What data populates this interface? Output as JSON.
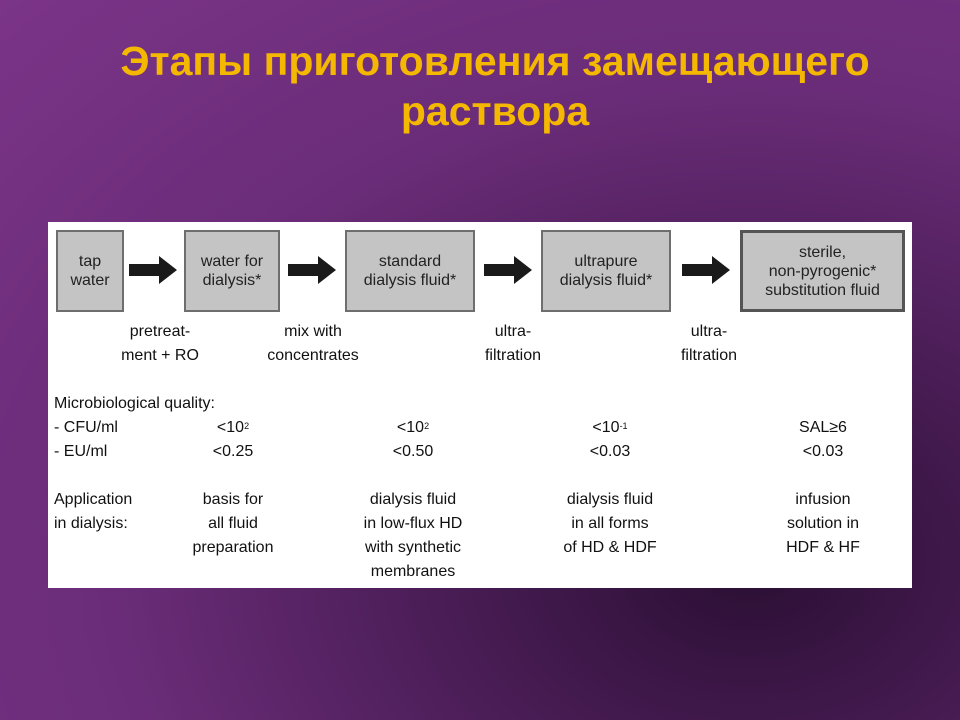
{
  "title": {
    "line1": "Этапы приготовления замещающего",
    "line2": "раствора"
  },
  "stages": [
    {
      "line1": "tap",
      "line2": "water"
    },
    {
      "line1": "water for",
      "line2": "dialysis*"
    },
    {
      "line1": "standard",
      "line2": "dialysis fluid*"
    },
    {
      "line1": "ultrapure",
      "line2": "dialysis fluid*"
    },
    {
      "line1": "sterile,",
      "line2": "non-pyrogenic*",
      "line3": "substitution fluid"
    }
  ],
  "steps": [
    {
      "line1": "pretreat-",
      "line2": "ment + RO"
    },
    {
      "line1": "mix with",
      "line2": "concentrates"
    },
    {
      "line1": "ultra-",
      "line2": "filtration"
    },
    {
      "line1": "ultra-",
      "line2": "filtration"
    }
  ],
  "quality": {
    "heading": "Microbiological quality:",
    "cfu_label": "- CFU/ml",
    "eu_label": "- EU/ml",
    "cfu": [
      {
        "base": "<10",
        "exp": "2"
      },
      {
        "base": "<10",
        "exp": "2"
      },
      {
        "base": "<10",
        "exp": "-1"
      },
      {
        "base": "SAL≥6",
        "exp": ""
      }
    ],
    "eu": [
      "<0.25",
      "<0.50",
      "<0.03",
      "<0.03"
    ]
  },
  "application": {
    "label_line1": "Application",
    "label_line2": "in dialysis:",
    "columns": [
      [
        "basis for",
        "all fluid",
        "preparation"
      ],
      [
        "dialysis fluid",
        "in low-flux HD",
        "with synthetic",
        "membranes"
      ],
      [
        "dialysis fluid",
        "in all forms",
        "of HD & HDF"
      ],
      [
        "infusion",
        "solution in",
        "HDF & HF"
      ]
    ]
  },
  "colors": {
    "title": "#f5b800",
    "box_fill": "#c4c4c4",
    "arrow": "#1a1a1a"
  }
}
